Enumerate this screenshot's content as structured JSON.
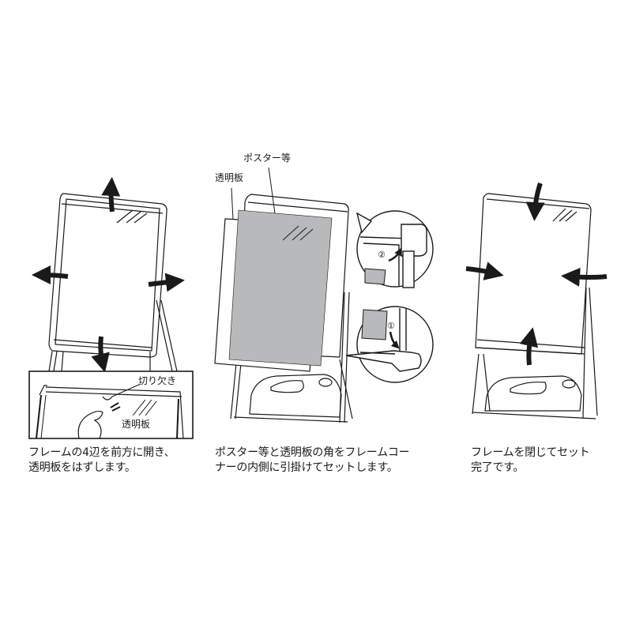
{
  "steps": [
    {
      "caption": "フレームの4辺を前方に開き、\n透明板をはずします。",
      "callouts": {
        "notch": "切り欠き",
        "clear_panel": "透明板"
      }
    },
    {
      "caption": "ポスター等と透明板の角をフレームコー\nナーの内側に引掛けてセットします。",
      "callouts": {
        "poster": "ポスター等",
        "clear_panel": "透明板",
        "detail_step_1": "①",
        "detail_step_2": "②"
      }
    },
    {
      "caption": "フレームを閉じてセット\n完了です。"
    }
  ],
  "colors": {
    "line": "#1a1a1a",
    "poster_fill": "#b8b9ba",
    "background": "#ffffff"
  }
}
